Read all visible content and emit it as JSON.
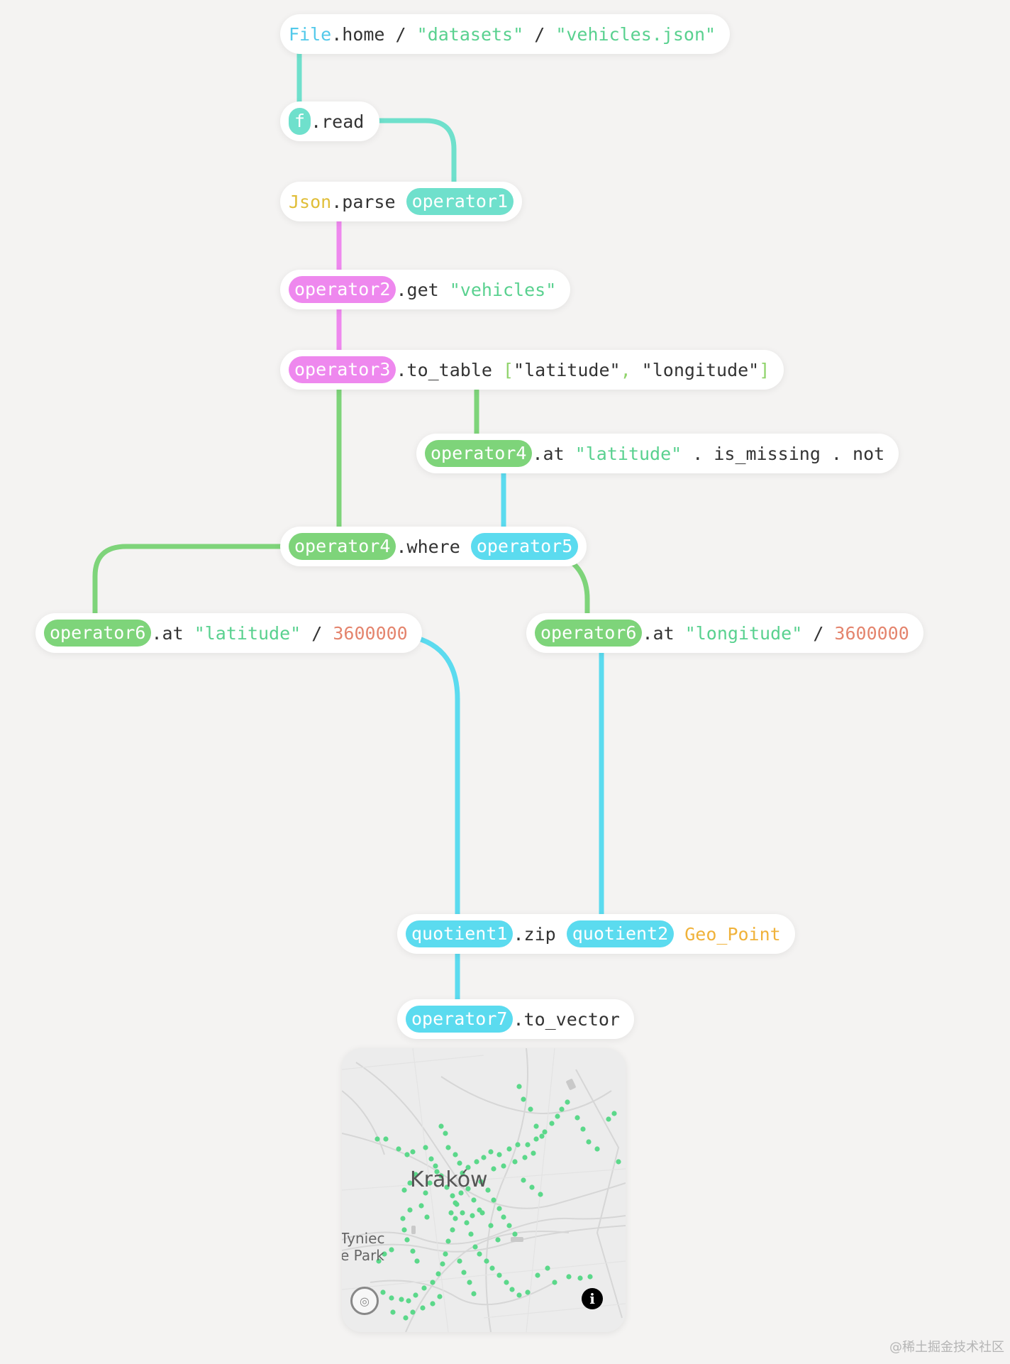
{
  "nodes": [
    {
      "tokens": [
        {
          "t": "File",
          "c": "cyan"
        },
        {
          "t": ".home / ",
          "c": "dark"
        },
        {
          "t": "\"datasets\"",
          "c": "str"
        },
        {
          "t": " / ",
          "c": "dark"
        },
        {
          "t": "\"vehicles.json\"",
          "c": "str"
        }
      ]
    },
    {
      "tokens": [
        {
          "t": "f",
          "c": "pill-teal"
        },
        {
          "t": ".read",
          "c": "dark"
        }
      ]
    },
    {
      "tokens": [
        {
          "t": "Json",
          "c": "yellow"
        },
        {
          "t": ".parse ",
          "c": "dark"
        },
        {
          "t": "operator1",
          "c": "pill-teal"
        }
      ]
    },
    {
      "tokens": [
        {
          "t": "operator2",
          "c": "pill-pink"
        },
        {
          "t": ".get ",
          "c": "dark"
        },
        {
          "t": "\"vehicles\"",
          "c": "str"
        }
      ]
    },
    {
      "tokens": [
        {
          "t": "operator3",
          "c": "pill-pink"
        },
        {
          "t": ".to_table ",
          "c": "dark"
        },
        {
          "t": "[",
          "c": "br"
        },
        {
          "t": "\"latitude\"",
          "c": "dark"
        },
        {
          "t": ", ",
          "c": "br"
        },
        {
          "t": "\"longitude\"",
          "c": "dark"
        },
        {
          "t": "]",
          "c": "br"
        }
      ]
    },
    {
      "tokens": [
        {
          "t": "operator4",
          "c": "pill-green"
        },
        {
          "t": ".at ",
          "c": "dark"
        },
        {
          "t": "\"latitude\"",
          "c": "str"
        },
        {
          "t": " . is_missing . not",
          "c": "dark"
        }
      ]
    },
    {
      "tokens": [
        {
          "t": "operator4",
          "c": "pill-green"
        },
        {
          "t": ".where ",
          "c": "dark"
        },
        {
          "t": "operator5",
          "c": "pill-cyan"
        }
      ]
    },
    {
      "tokens": [
        {
          "t": "operator6",
          "c": "pill-green"
        },
        {
          "t": ".at ",
          "c": "dark"
        },
        {
          "t": "\"latitude\"",
          "c": "str"
        },
        {
          "t": " / ",
          "c": "dark"
        },
        {
          "t": "3600000",
          "c": "num"
        }
      ]
    },
    {
      "tokens": [
        {
          "t": "operator6",
          "c": "pill-green"
        },
        {
          "t": ".at ",
          "c": "dark"
        },
        {
          "t": "\"longitude\"",
          "c": "str"
        },
        {
          "t": " / ",
          "c": "dark"
        },
        {
          "t": "3600000",
          "c": "num"
        }
      ]
    },
    {
      "tokens": [
        {
          "t": "quotient1",
          "c": "pill-cyan"
        },
        {
          "t": ".zip ",
          "c": "dark"
        },
        {
          "t": "quotient2",
          "c": "pill-cyan"
        },
        {
          "t": " Geo_Point",
          "c": "orange"
        }
      ]
    },
    {
      "tokens": [
        {
          "t": "operator7",
          "c": "pill-cyan"
        },
        {
          "t": ".to_vector",
          "c": "dark"
        }
      ]
    }
  ],
  "edge_colors": {
    "teal": "#6fe0cc",
    "pink": "#ee88ee",
    "green": "#7ed47a",
    "cyan": "#5bdbef"
  },
  "map": {
    "city_label": "Kraków",
    "place_label_1": "Tyniec",
    "place_label_2": "e Park",
    "point_color": "#5bd88a",
    "info_icon": "info-icon",
    "compass_icon": "compass-icon"
  },
  "watermark": "@稀土掘金技术社区"
}
